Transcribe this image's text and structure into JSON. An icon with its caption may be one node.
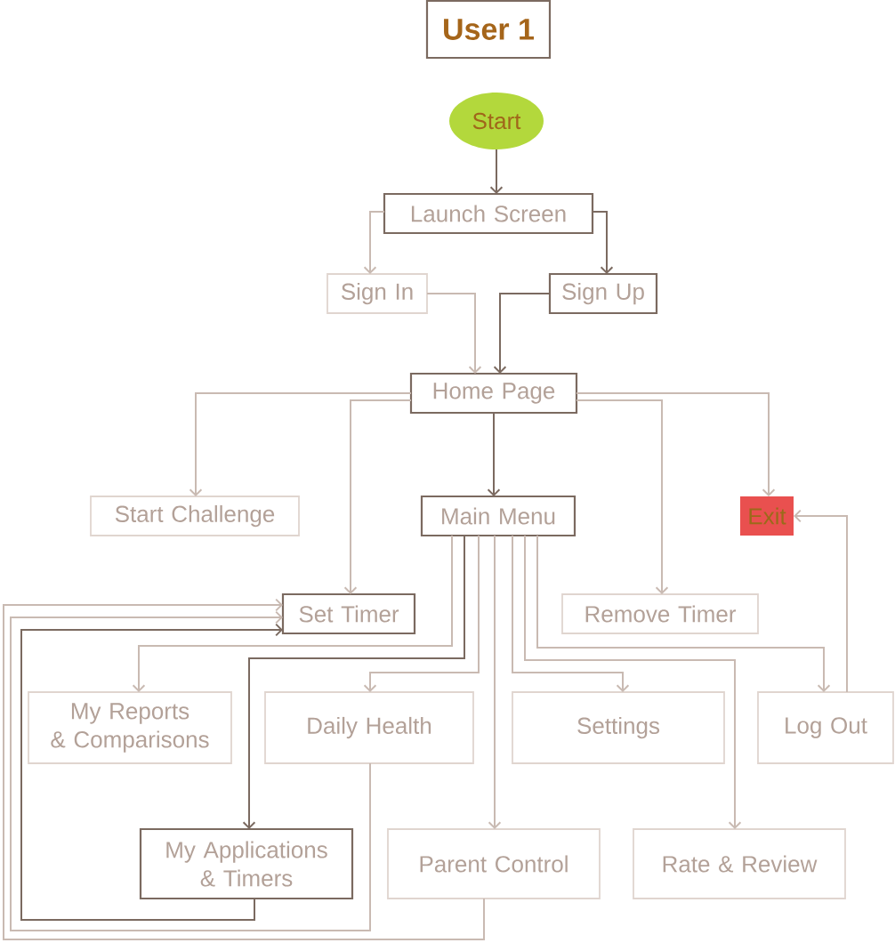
{
  "diagram": {
    "title": "User 1",
    "nodes": [
      {
        "text": [
          "Start"
        ]
      },
      {
        "text": [
          "Launch Screen"
        ]
      },
      {
        "text": [
          "Sign In"
        ]
      },
      {
        "text": [
          "Sign Up"
        ]
      },
      {
        "text": [
          "Home Page"
        ]
      },
      {
        "text": [
          "Start Challenge"
        ]
      },
      {
        "text": [
          "Main Menu"
        ]
      },
      {
        "text": [
          "Exit"
        ]
      },
      {
        "text": [
          "Set Timer"
        ]
      },
      {
        "text": [
          "Remove Timer"
        ]
      },
      {
        "text": [
          "My Reports & Comparisons"
        ]
      },
      {
        "text": [
          "Daily Health"
        ]
      },
      {
        "text": [
          "Settings"
        ]
      },
      {
        "text": [
          "Log Out"
        ]
      },
      {
        "text": [
          "My Applications & Timers"
        ]
      },
      {
        "text": [
          "Parent Control"
        ]
      },
      {
        "text": [
          "Rate & Review"
        ]
      }
    ],
    "edges": [
      {
        "from": 0,
        "to": 1,
        "arrow": "to",
        "color": "#7b6a60"
      },
      {
        "from": 1,
        "to": 2,
        "arrow": "to"
      },
      {
        "from": 1,
        "to": 3,
        "arrow": "to",
        "color": "#7b6a60"
      },
      {
        "from": 2,
        "to": 4,
        "arrow": "to"
      },
      {
        "from": 3,
        "to": 4,
        "arrow": "to",
        "color": "#7b6a60"
      },
      {
        "from": 4,
        "to": 5,
        "arrow": "to"
      },
      {
        "from": 4,
        "to": 8,
        "arrow": "to"
      },
      {
        "from": 4,
        "to": 6,
        "arrow": "to",
        "color": "#7b6a60"
      },
      {
        "from": 4,
        "to": 9,
        "arrow": "to"
      },
      {
        "from": 4,
        "to": 7,
        "arrow": "to"
      },
      {
        "from": 6,
        "to": 10,
        "arrow": "to"
      },
      {
        "from": 6,
        "to": 14,
        "arrow": "to",
        "color": "#7b6a60"
      },
      {
        "from": 6,
        "to": 11,
        "arrow": "to"
      },
      {
        "from": 6,
        "to": 15,
        "arrow": "to"
      },
      {
        "from": 6,
        "to": 12,
        "arrow": "to"
      },
      {
        "from": 6,
        "to": 16,
        "arrow": "to"
      },
      {
        "from": 6,
        "to": 13,
        "arrow": "to"
      },
      {
        "from": 13,
        "to": 7,
        "arrow": "to"
      },
      {
        "from": 15,
        "to": 8,
        "arrow": "to"
      },
      {
        "from": 11,
        "to": 8,
        "arrow": "to"
      },
      {
        "from": 14,
        "to": 8,
        "arrow": "to",
        "color": "#7b6a60"
      }
    ]
  }
}
